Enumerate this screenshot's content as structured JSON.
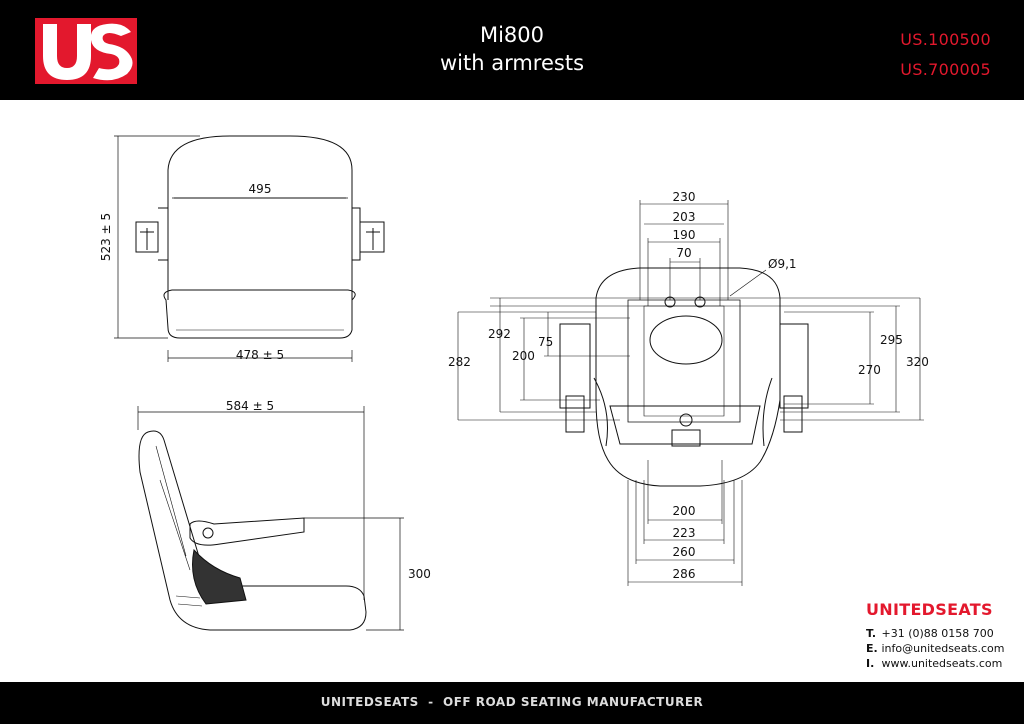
{
  "header": {
    "title_line1": "Mi800",
    "title_line2": "with armrests",
    "code1": "US.100500",
    "code2": "US.700005"
  },
  "colors": {
    "brand_red": "#e3182d",
    "bar": "#000000"
  },
  "front_view": {
    "height": "523 ± 5",
    "back_width": "495",
    "seat_width": "478 ± 5"
  },
  "side_view": {
    "depth": "584 ± 5",
    "armrest_height": "300"
  },
  "bottom_view": {
    "top_dims": [
      "230",
      "203",
      "190",
      "70"
    ],
    "hole": "Ø9,1",
    "left_dims": [
      "292",
      "282",
      "200",
      "75"
    ],
    "right_dims": [
      "295",
      "320",
      "270"
    ],
    "bottom_dims": [
      "200",
      "223",
      "260",
      "286"
    ]
  },
  "contact": {
    "company": "UNITEDSEATS",
    "phone_label": "T.",
    "phone": "+31 (0)88 0158 700",
    "email_label": "E.",
    "email": "info@unitedseats.com",
    "web_label": "I.",
    "web": "www.unitedseats.com"
  },
  "footer": {
    "tagline": "UNITEDSEATS  -  OFF ROAD SEATING MANUFACTURER"
  }
}
